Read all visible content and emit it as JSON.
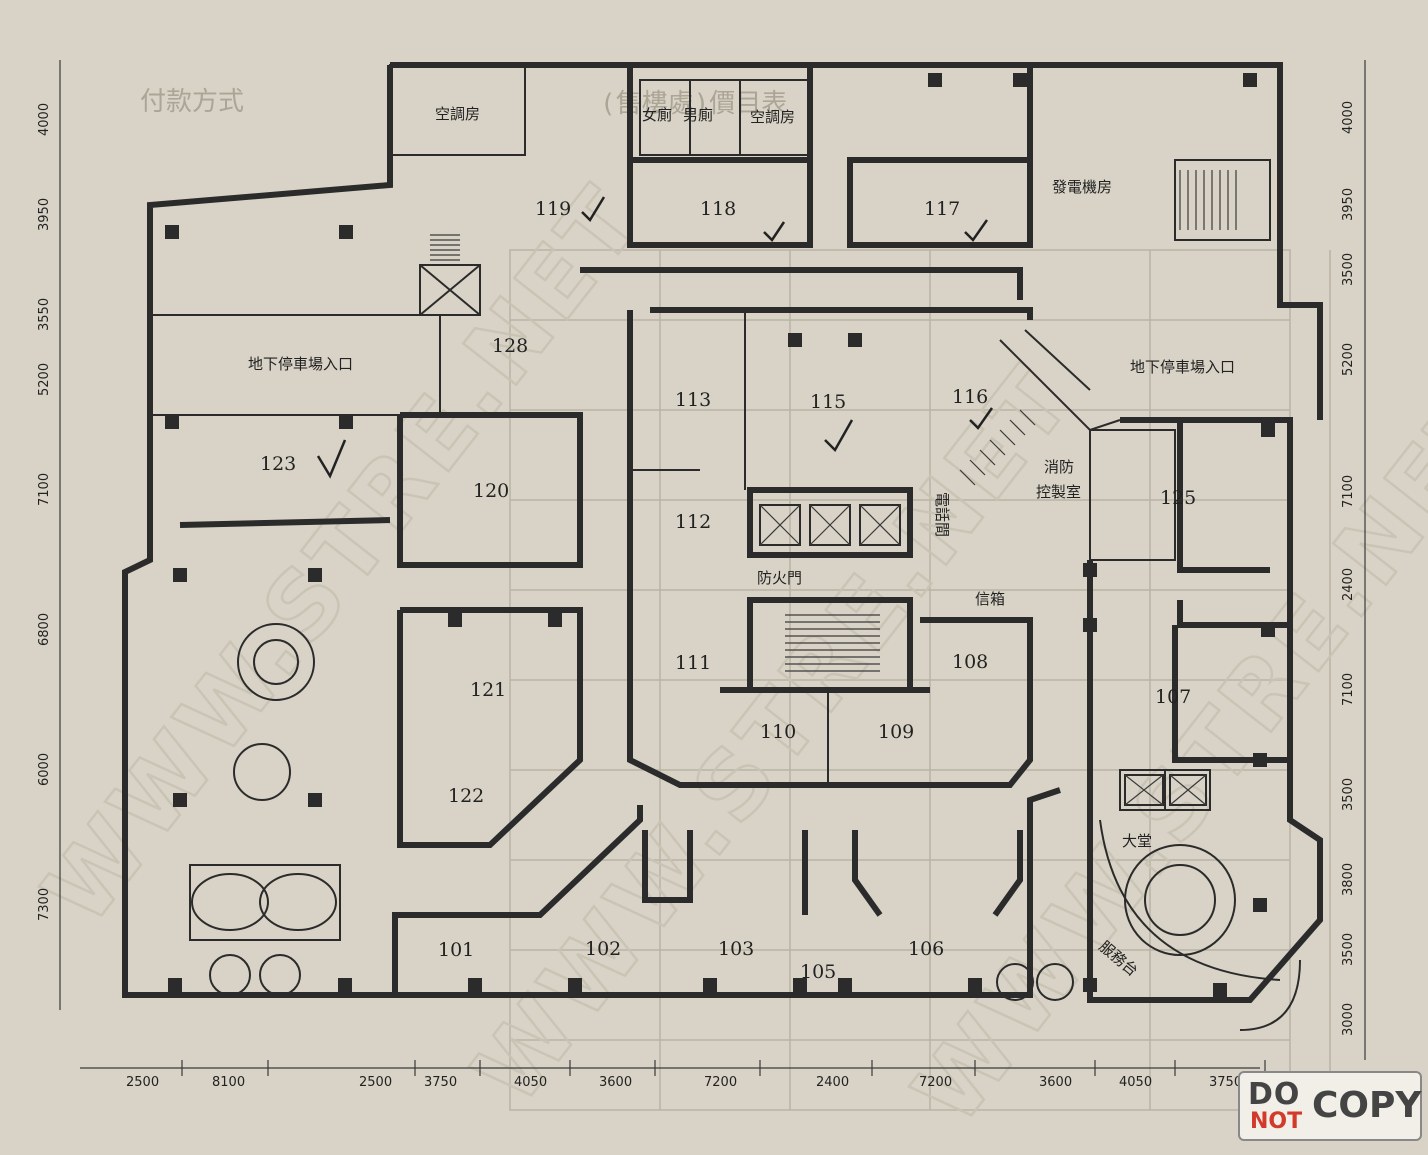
{
  "rooms": [
    {
      "id": "room-101",
      "label": "101"
    },
    {
      "id": "room-102",
      "label": "102"
    },
    {
      "id": "room-103",
      "label": "103"
    },
    {
      "id": "room-105",
      "label": "105"
    },
    {
      "id": "room-106",
      "label": "106"
    },
    {
      "id": "room-107",
      "label": "107"
    },
    {
      "id": "room-108",
      "label": "108"
    },
    {
      "id": "room-109",
      "label": "109"
    },
    {
      "id": "room-110",
      "label": "110"
    },
    {
      "id": "room-111",
      "label": "111"
    },
    {
      "id": "room-112",
      "label": "112"
    },
    {
      "id": "room-113",
      "label": "113"
    },
    {
      "id": "room-115",
      "label": "115"
    },
    {
      "id": "room-116",
      "label": "116"
    },
    {
      "id": "room-117",
      "label": "117"
    },
    {
      "id": "room-118",
      "label": "118"
    },
    {
      "id": "room-119",
      "label": "119"
    },
    {
      "id": "room-120",
      "label": "120"
    },
    {
      "id": "room-121",
      "label": "121"
    },
    {
      "id": "room-122",
      "label": "122"
    },
    {
      "id": "room-123",
      "label": "123"
    },
    {
      "id": "room-125",
      "label": "125"
    },
    {
      "id": "room-128",
      "label": "128"
    }
  ],
  "features": [
    {
      "id": "aircon-room-left",
      "label": "空調房"
    },
    {
      "id": "aircon-room-right",
      "label": "空調房"
    },
    {
      "id": "womens-toilet",
      "label": "女廁"
    },
    {
      "id": "mens-toilet",
      "label": "男廁"
    },
    {
      "id": "generator-room",
      "label": "發電機房"
    },
    {
      "id": "parking-entrance-left",
      "label": "地下停車場入口"
    },
    {
      "id": "parking-entrance-right",
      "label": "地下停車場入口"
    },
    {
      "id": "fire-control-room-a",
      "label": "消防"
    },
    {
      "id": "fire-control-room-b",
      "label": "控製室"
    },
    {
      "id": "phone-room",
      "label": "電話間"
    },
    {
      "id": "fire-door",
      "label": "防火門"
    },
    {
      "id": "mailbox",
      "label": "信箱"
    },
    {
      "id": "lobby",
      "label": "大堂"
    },
    {
      "id": "reception-desk",
      "label": "服務台"
    }
  ],
  "dimensions": {
    "bottom": [
      "2500",
      "8100",
      "2500",
      "3750",
      "4050",
      "3600",
      "7200",
      "2400",
      "7200",
      "3600",
      "4050",
      "3750"
    ],
    "left": [
      "4000",
      "3950",
      "3550",
      "5200",
      "7100",
      "6800",
      "6000",
      "7300"
    ],
    "right": [
      "4000",
      "3950",
      "3500",
      "5200",
      "7100",
      "2400",
      "7100",
      "3500",
      "3800",
      "3500",
      "3000"
    ]
  },
  "background_print": {
    "heading": "付款方式",
    "right_heading": "(售樓處)價目表"
  },
  "watermark": "WWW.STRE.NET",
  "stamp": {
    "line1": "DO",
    "line2": "NOT",
    "line3": "COPY"
  }
}
